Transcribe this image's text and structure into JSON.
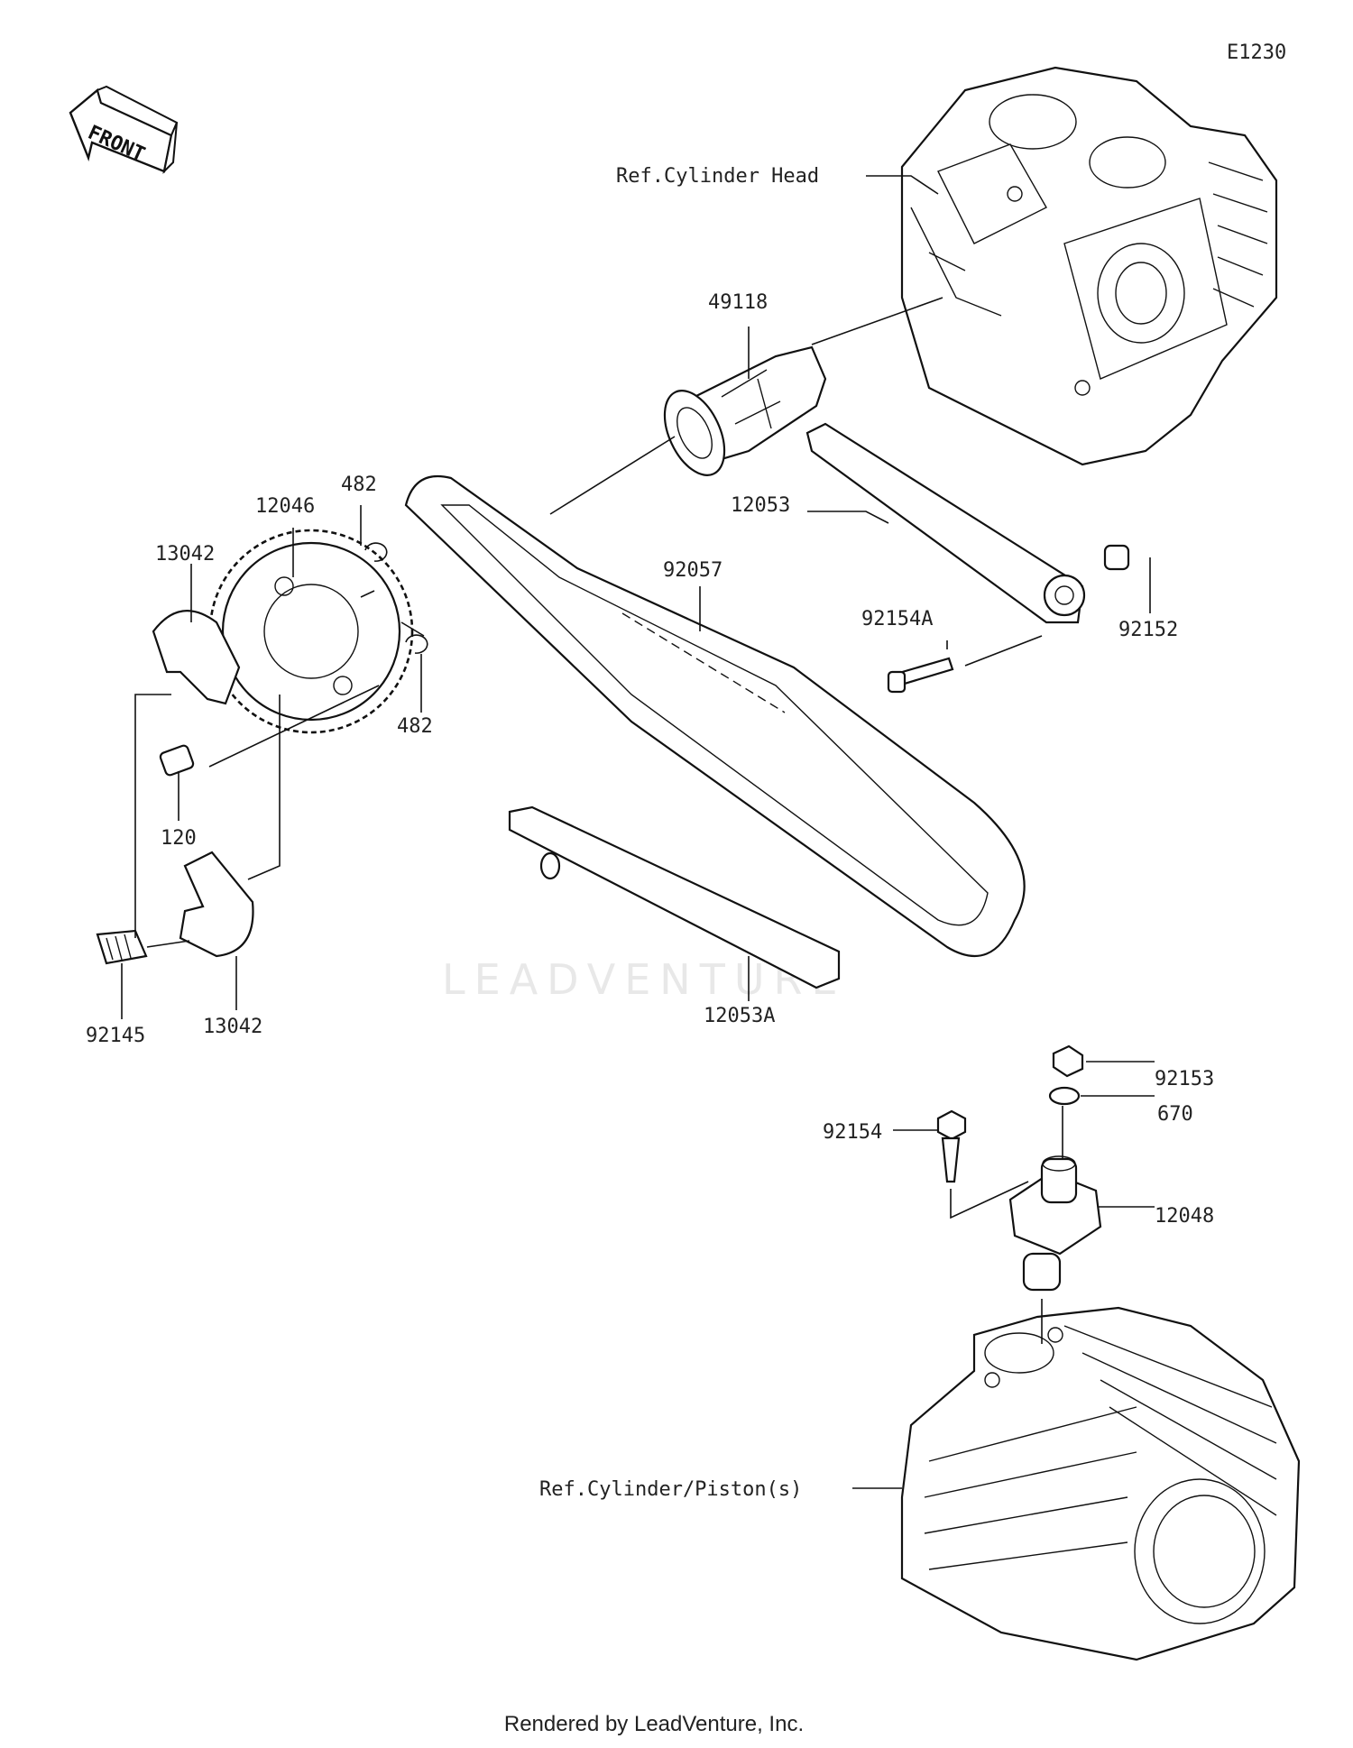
{
  "diagram_code": "E1230",
  "front_label": "FRONT",
  "watermark": "LEADVENTURE",
  "footer": "Rendered by LeadVenture, Inc.",
  "refs": {
    "cylinder_head": "Ref.Cylinder Head",
    "cylinder_piston": "Ref.Cylinder/Piston(s)"
  },
  "parts": {
    "p49118": "49118",
    "p12053": "12053",
    "p92152": "92152",
    "p92154A": "92154A",
    "p92057": "92057",
    "p12046": "12046",
    "p482_top": "482",
    "p482_bottom": "482",
    "p13042_top": "13042",
    "p13042_bottom": "13042",
    "p120": "120",
    "p92145": "92145",
    "p12053A": "12053A",
    "p92153": "92153",
    "p670": "670",
    "p92154": "92154",
    "p12048": "12048"
  }
}
